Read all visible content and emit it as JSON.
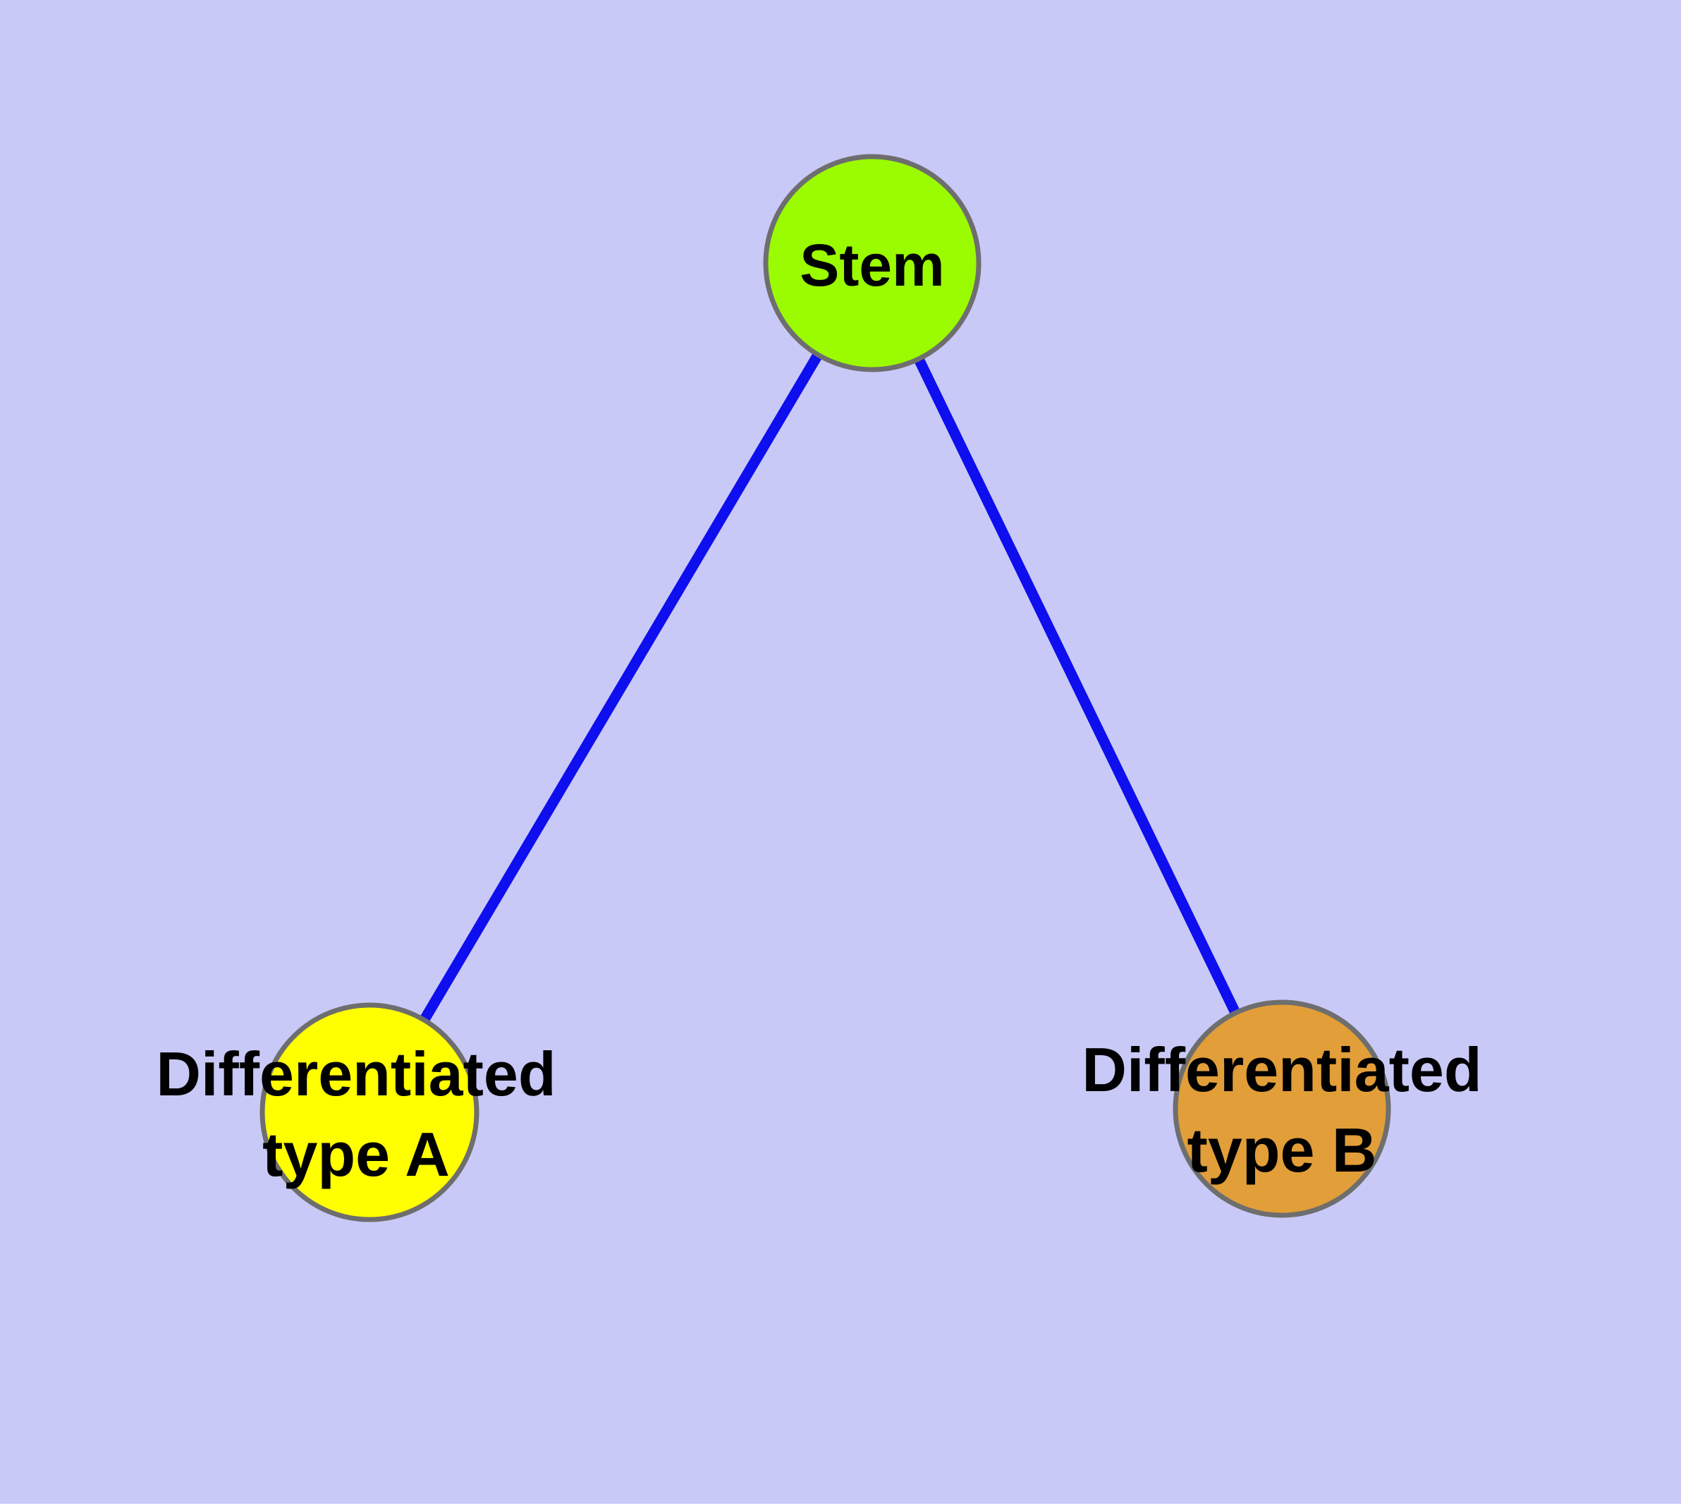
{
  "diagram": {
    "background_color": "#C9C9F7",
    "edge_color": "#0E0EEF",
    "node_border_color": "#6E6E6E",
    "label_color": "#000000",
    "nodes": [
      {
        "id": "stem",
        "label": "Stem",
        "fill": "#9BFB00"
      },
      {
        "id": "diff-a",
        "label_line1": "Differentiated",
        "label_line2": "type A",
        "fill": "#FFFF00"
      },
      {
        "id": "diff-b",
        "label_line1": "Differentiated",
        "label_line2": "type B",
        "fill": "#E29E38"
      }
    ],
    "edges": [
      {
        "from": "stem",
        "to": "diff-a"
      },
      {
        "from": "stem",
        "to": "diff-b"
      }
    ]
  }
}
